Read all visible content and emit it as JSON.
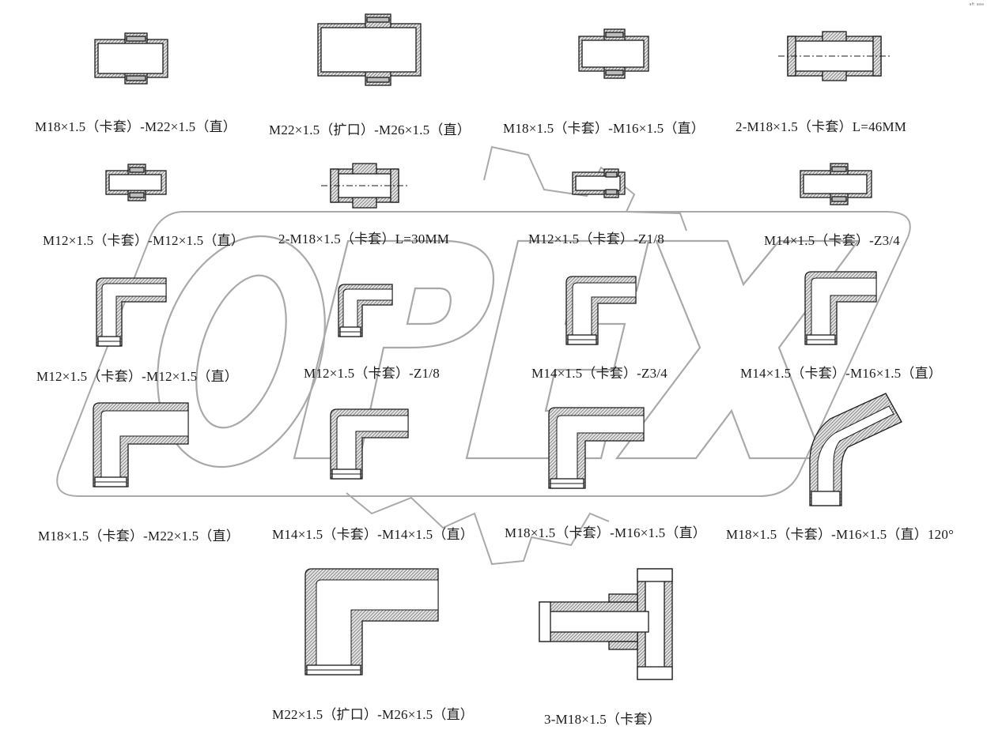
{
  "watermark": {
    "text": "OPEX"
  },
  "corner_mark": "ᵃᴿ ᵃᵃᵃ",
  "colors": {
    "line": "#1a1a1a",
    "hatch": "#6d6d6d",
    "fill": "#d9d9d9",
    "watermark": "#a9a9a9"
  },
  "fittings": [
    {
      "label": "M18×1.5（卡套）-M22×1.5（直）",
      "icon": "straight-union-fitting"
    },
    {
      "label": "M22×1.5（扩口）-M26×1.5（直）",
      "icon": "straight-union-fitting"
    },
    {
      "label": "M18×1.5（卡套）-M16×1.5（直）",
      "icon": "straight-union-fitting"
    },
    {
      "label": "2-M18×1.5（卡套）L=46MM",
      "icon": "double-union-fitting"
    },
    {
      "label": "M12×1.5（卡套）-M12×1.5（直）",
      "icon": "straight-union-fitting"
    },
    {
      "label": "2-M18×1.5（卡套）L=30MM",
      "icon": "double-union-fitting"
    },
    {
      "label": "M12×1.5（卡套）-Z1/8",
      "icon": "straight-union-fitting"
    },
    {
      "label": "M14×1.5（卡套）-Z3/4",
      "icon": "straight-union-fitting"
    },
    {
      "label": "M12×1.5（卡套）-M12×1.5（直）",
      "icon": "elbow-fitting"
    },
    {
      "label": "M12×1.5（卡套）-Z1/8",
      "icon": "elbow-fitting"
    },
    {
      "label": "M14×1.5（卡套）-Z3/4",
      "icon": "elbow-fitting"
    },
    {
      "label": "M14×1.5（卡套）-M16×1.5（直）",
      "icon": "elbow-fitting"
    },
    {
      "label": "M18×1.5（卡套）-M22×1.5（直）",
      "icon": "elbow-fitting"
    },
    {
      "label": "M14×1.5（卡套）-M14×1.5（直）",
      "icon": "elbow-fitting"
    },
    {
      "label": "M18×1.5（卡套）-M16×1.5（直）",
      "icon": "elbow-fitting"
    },
    {
      "label": "M18×1.5（卡套）-M16×1.5（直）120°",
      "icon": "angled-elbow-fitting"
    },
    {
      "label": "M22×1.5（扩口）-M26×1.5（直）",
      "icon": "elbow-fitting"
    },
    {
      "label": "3-M18×1.5（卡套）",
      "icon": "tee-fitting"
    }
  ]
}
